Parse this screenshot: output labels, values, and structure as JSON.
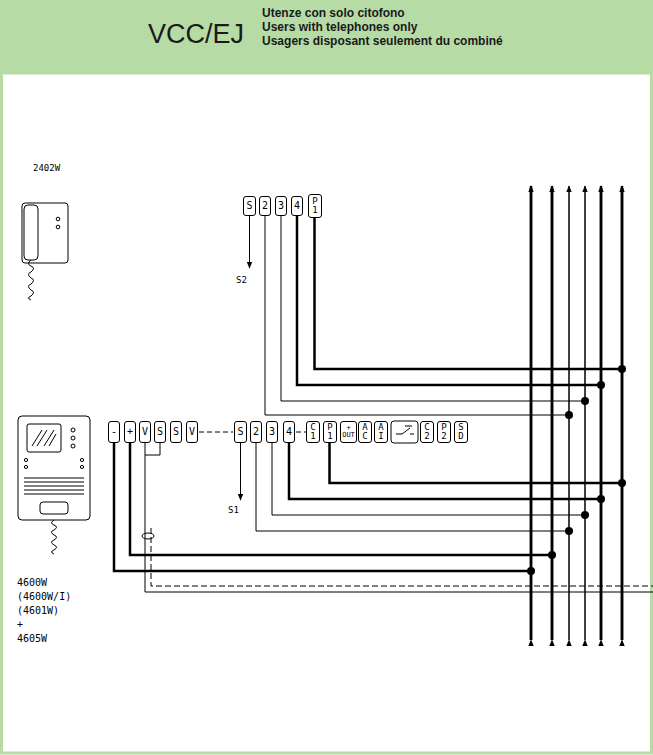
{
  "diagram": {
    "nodes": [
      {
        "text": [
          "VCC/EJ",
          "Utenze con solo citofono",
          "Users with telephones only",
          "Usagers disposant seulement du combiné"
        ]
      },
      {
        "text": [
          "S"
        ]
      },
      {
        "text": [
          "2"
        ]
      },
      {
        "text": [
          "3"
        ]
      },
      {
        "text": [
          "4"
        ]
      },
      {
        "text": [
          "P 1"
        ]
      },
      {
        "text": [
          "-"
        ]
      },
      {
        "text": [
          "+"
        ]
      },
      {
        "text": [
          "V"
        ]
      },
      {
        "text": [
          "S"
        ]
      },
      {
        "text": [
          "S"
        ]
      },
      {
        "text": [
          "V"
        ]
      },
      {
        "text": [
          "S"
        ]
      },
      {
        "text": [
          "2"
        ]
      },
      {
        "text": [
          "3"
        ]
      },
      {
        "text": [
          "4"
        ]
      },
      {
        "text": [
          "C 1"
        ]
      },
      {
        "text": [
          "P 1"
        ]
      },
      {
        "text": [
          "+ OUT"
        ]
      },
      {
        "text": [
          "A C"
        ]
      },
      {
        "text": [
          "A I"
        ]
      },
      {
        "text": [
          "C 2"
        ]
      },
      {
        "text": [
          "P 2"
        ]
      },
      {
        "text": [
          "S D"
        ]
      }
    ],
    "edges": [
      {
        "from": 8,
        "to": 9,
        "arrow": "none"
      }
    ],
    "labels": [
      "2402W",
      "S2",
      "S1",
      "4600W",
      "(4600W/I)",
      "(4601W)",
      "+",
      "4605W"
    ]
  }
}
